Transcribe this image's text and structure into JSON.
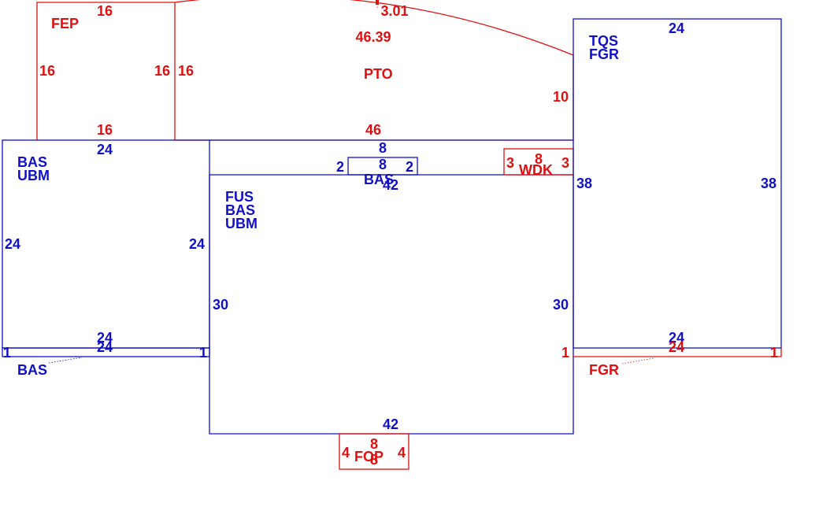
{
  "colors": {
    "living_area": "#1010c8",
    "porch_area": "#e01010"
  },
  "areas": {
    "fep": {
      "codes": [
        "FEP"
      ],
      "color": "#e01010",
      "dims": {
        "top": "16",
        "left": "16",
        "right": "16",
        "bottom": "16"
      }
    },
    "pto": {
      "codes": [
        "PTO"
      ],
      "color": "#e01010",
      "dims": {
        "left": "16",
        "right": "10",
        "bottom": "46",
        "arc_chord": "46.39",
        "arc_height": "3.01"
      }
    },
    "bas_left": {
      "codes": [
        "BAS",
        "UBM"
      ],
      "color": "#1010c8",
      "dims": {
        "top": "24",
        "left": "24",
        "right": "24",
        "bottom": "24"
      }
    },
    "bas_strip": {
      "codes": [
        "BAS"
      ],
      "color": "#1010c8",
      "dims": {
        "length": "24",
        "left": "1",
        "right": "1"
      }
    },
    "bay": {
      "codes": [
        "BAS"
      ],
      "color": "#1010c8",
      "dims": {
        "top": "8",
        "bottom": "8",
        "left": "2",
        "right": "2"
      }
    },
    "main": {
      "codes": [
        "FUS",
        "BAS",
        "UBM"
      ],
      "color": "#1010c8",
      "dims": {
        "top": "42",
        "left": "30",
        "right": "30",
        "bottom": "42"
      }
    },
    "wdk": {
      "codes": [
        "WDK"
      ],
      "color": "#e01010",
      "dims": {
        "top": "8",
        "left": "3",
        "right": "3"
      }
    },
    "tqs": {
      "codes": [
        "TQS",
        "FGR"
      ],
      "color": "#1010c8",
      "dims": {
        "top": "24",
        "left": "38",
        "right": "38",
        "bottom": "24"
      }
    },
    "fgr_strip": {
      "codes": [
        "FGR"
      ],
      "color": "#e01010",
      "dims": {
        "length": "24",
        "left": "1",
        "right": "1"
      }
    },
    "fop": {
      "codes": [
        "FOP"
      ],
      "color": "#e01010",
      "dims": {
        "top": "8",
        "bottom": "8",
        "left": "4",
        "right": "4"
      }
    }
  }
}
